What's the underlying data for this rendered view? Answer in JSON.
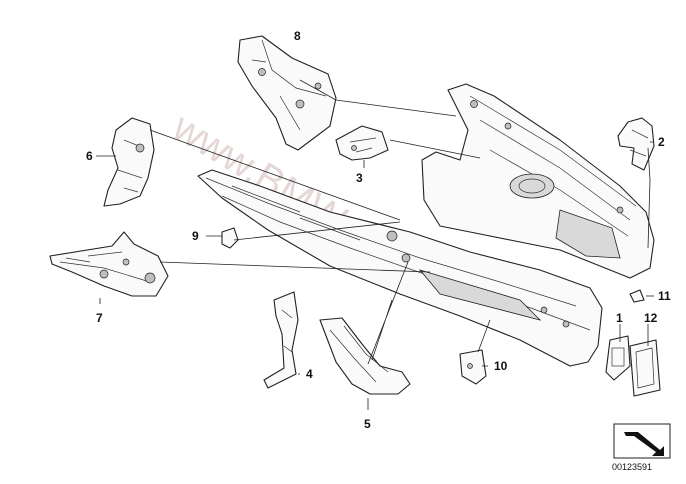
{
  "watermark": "www.BMWstore.pl",
  "diagram_id": "00123591",
  "callouts": [
    "1",
    "2",
    "3",
    "4",
    "5",
    "6",
    "7",
    "8",
    "9",
    "10",
    "11",
    "12"
  ],
  "nav_icon": "arrow-icon"
}
